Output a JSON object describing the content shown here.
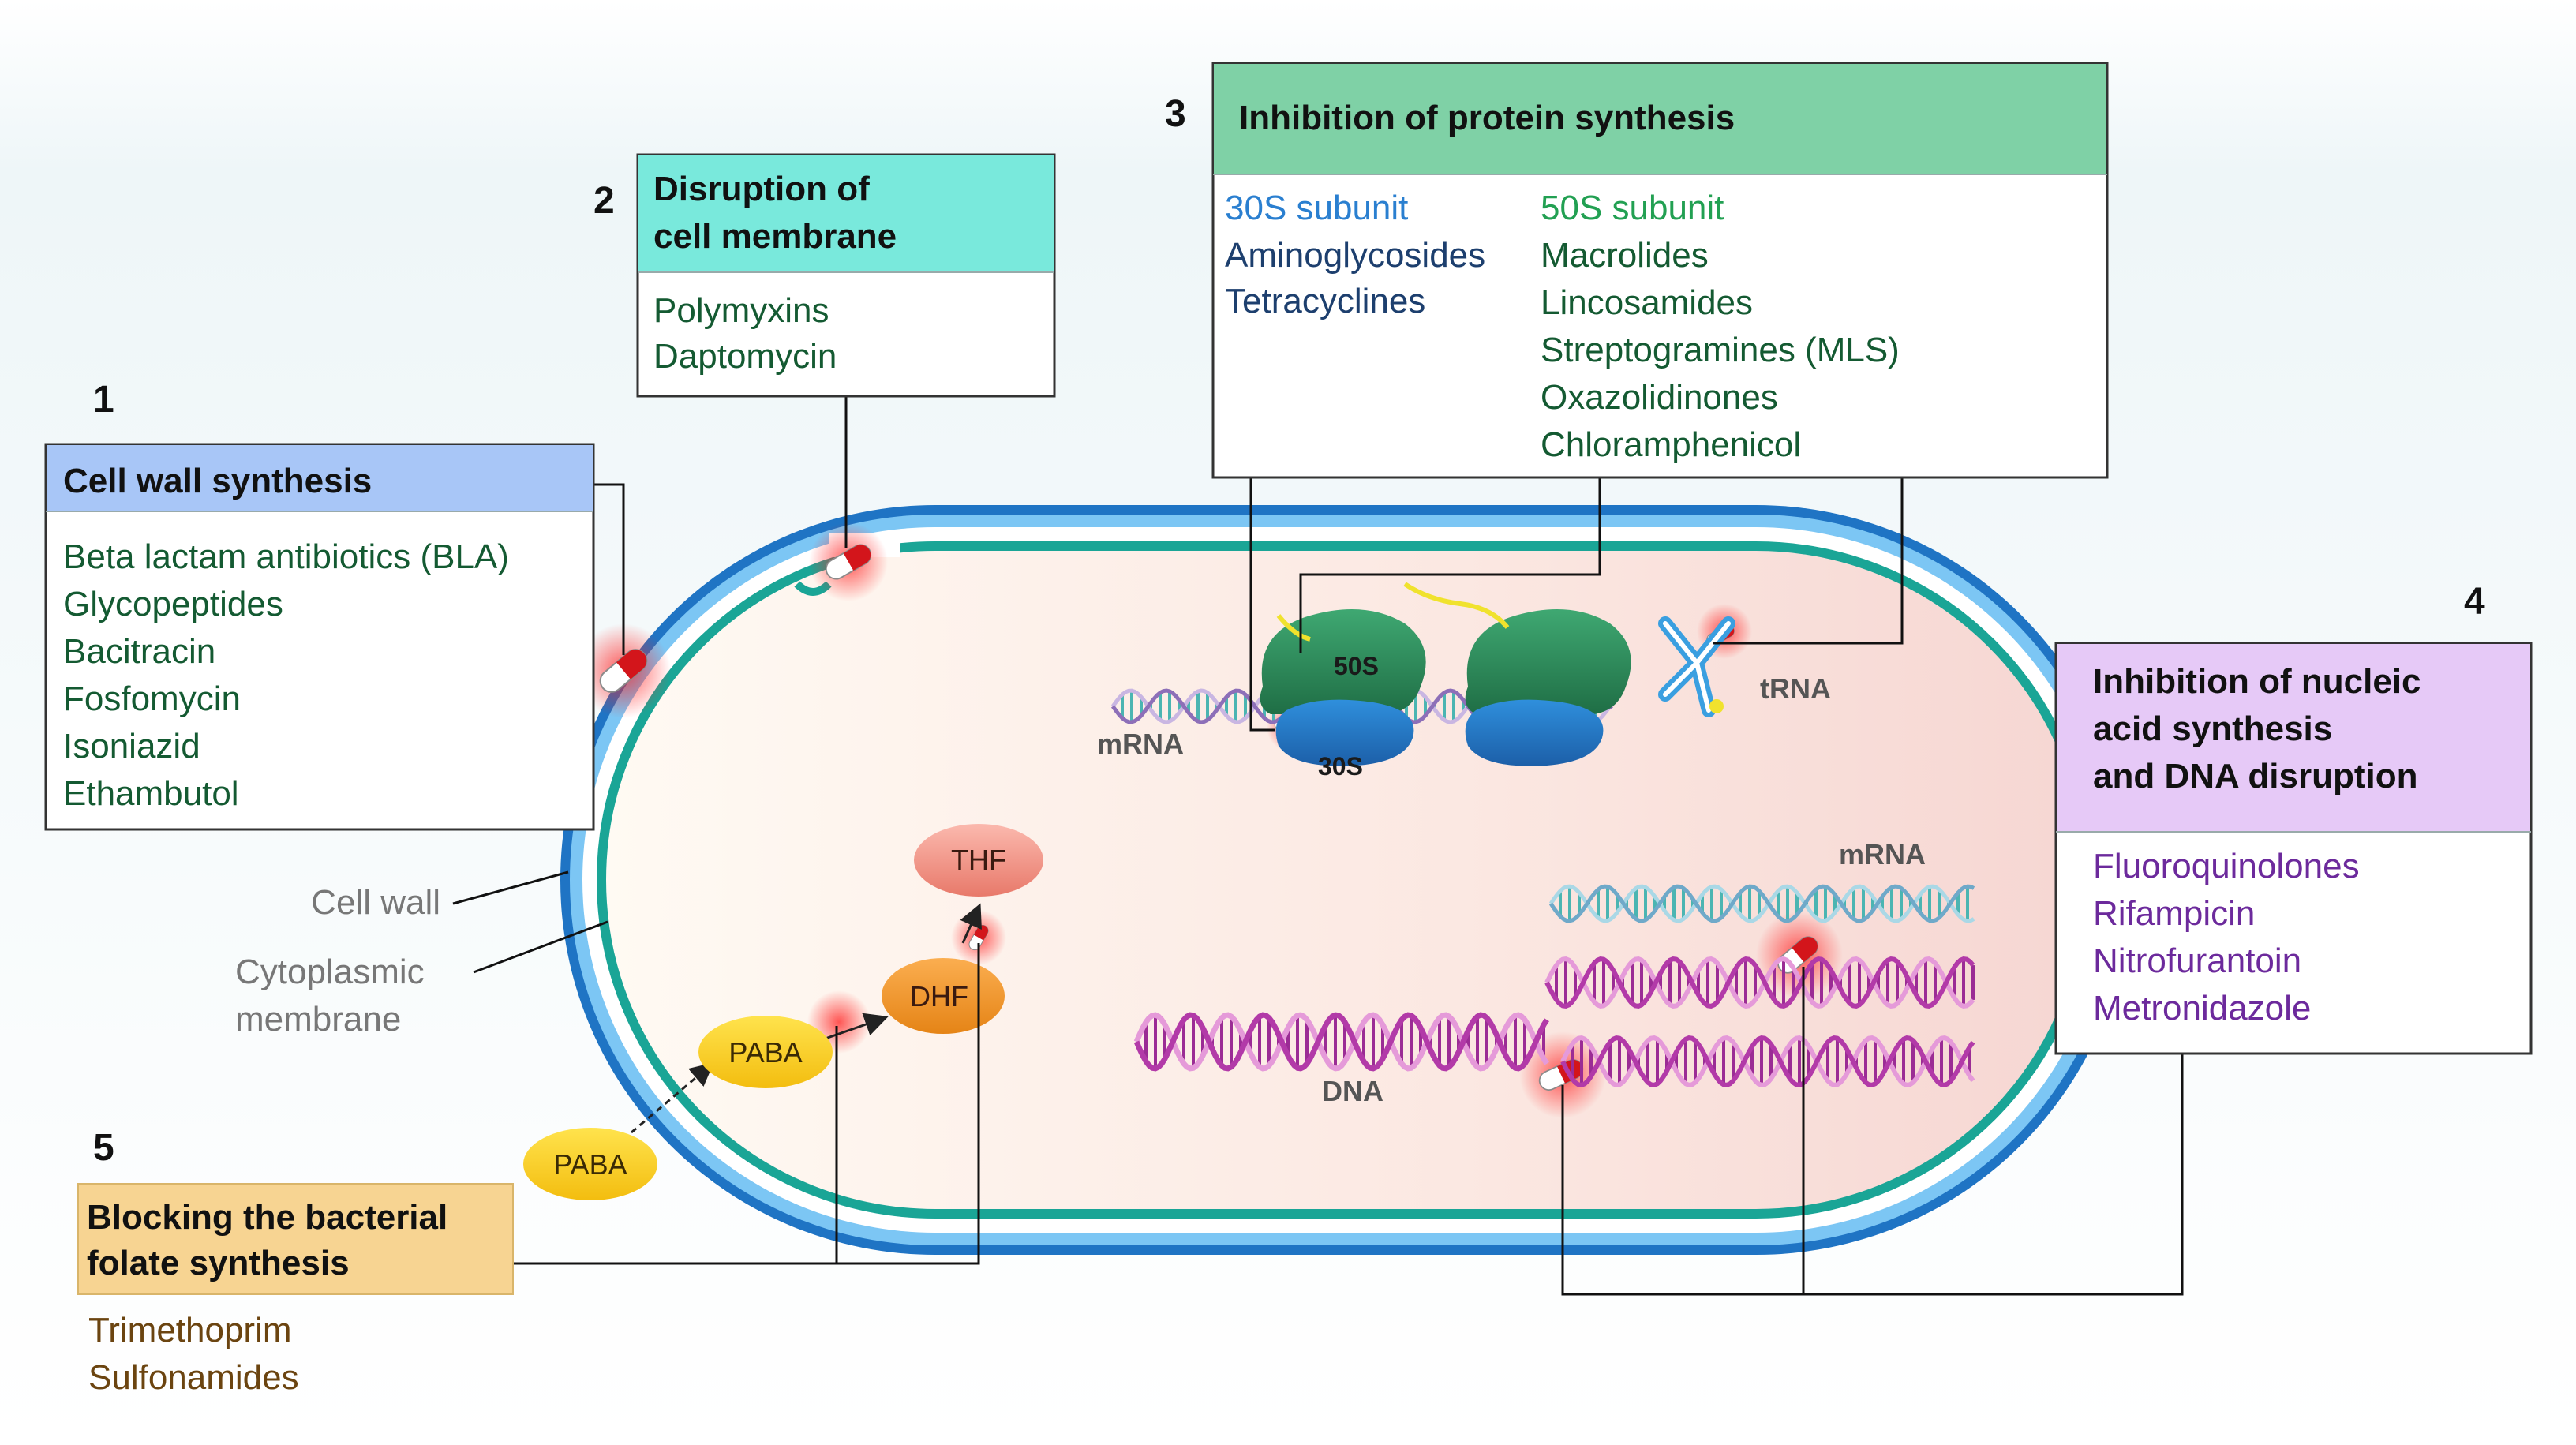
{
  "colors": {
    "cell_wall": "#1f74c4",
    "membrane": "#1aa596",
    "header_cell_wall": "#a8c6f7",
    "header_membrane": "#79e9dc",
    "header_protein": "#7fd1a6",
    "header_nucleic": "#e6c9f7",
    "header_folate": "#f7d492",
    "text_green": "#145a32",
    "text_blue_30s": "#2a7fd0",
    "text_green_50s": "#22a052",
    "text_navy": "#1d3f6e",
    "text_purple": "#6c2a9c",
    "text_brown": "#6b4410",
    "drug_red": "#d3151b"
  },
  "sections": [
    {
      "number": "1",
      "title": [
        "Cell wall synthesis"
      ],
      "items": [
        "Beta lactam antibiotics (BLA)",
        "Glycopeptides",
        "Bacitracin",
        "Fosfomycin",
        "Isoniazid",
        "Ethambutol"
      ]
    },
    {
      "number": "2",
      "title": [
        "Disruption of",
        "cell membrane"
      ],
      "items": [
        "Polymyxins",
        "Daptomycin"
      ]
    },
    {
      "number": "3",
      "title": [
        "Inhibition of protein synthesis"
      ],
      "col1_header": "30S subunit",
      "col1_items": [
        "Aminoglycosides",
        "Tetracyclines"
      ],
      "col2_header": "50S subunit",
      "col2_items": [
        "Macrolides",
        "Lincosamides",
        "Streptogramines (MLS)",
        "Oxazolidinones",
        "Chloramphenicol"
      ]
    },
    {
      "number": "4",
      "title": [
        "Inhibition of nucleic",
        "acid synthesis",
        "and DNA disruption"
      ],
      "items": [
        "Fluoroquinolones",
        "Rifampicin",
        "Nitrofurantoin",
        "Metronidazole"
      ]
    },
    {
      "number": "5",
      "title": [
        "Blocking the bacterial",
        "folate synthesis"
      ],
      "items": [
        "Trimethoprim",
        "Sulfonamides"
      ]
    }
  ],
  "labels": {
    "cell_wall": "Cell wall",
    "cytoplasmic_membrane": [
      "Cytoplasmic",
      "membrane"
    ],
    "ribosome_50s": "50S",
    "ribosome_30s": "30S",
    "trna": "tRNA",
    "mrna_top": "mRNA",
    "mrna_right": "mRNA",
    "dna": "DNA",
    "thf": "THF",
    "dhf": "DHF",
    "paba_inner": "PABA",
    "paba_outer": "PABA"
  }
}
